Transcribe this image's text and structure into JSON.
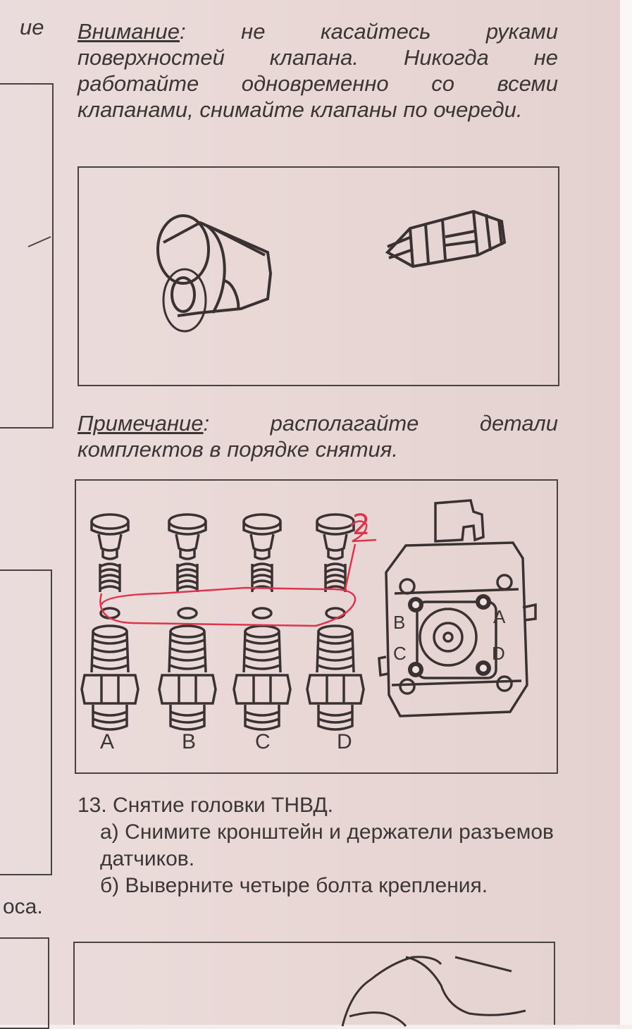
{
  "margin_fragments": {
    "top": "ие",
    "bottom": "оса."
  },
  "warning": {
    "label": "Внимание",
    "text": ": не касайтесь руками поверхностей клапана. Никогда не работайте одновременно со всеми клапанами, снимайте клапаны по очереди."
  },
  "note": {
    "label": "Примечание",
    "text": ": располагайте детали комплектов в порядке снятия."
  },
  "figure2": {
    "column_labels": [
      "A",
      "B",
      "C",
      "D"
    ],
    "pump_labels": {
      "a": "A",
      "b": "B",
      "c": "C",
      "d": "D"
    },
    "annotation": "2",
    "annotation_color": "#e0344c"
  },
  "step13": {
    "title": "13. Снятие головки ТНВД.",
    "item_a": "а) Снимите кронштейн и держатели разъемов датчиков.",
    "item_b": "б) Выверните четыре болта крепления."
  },
  "colors": {
    "paper": "#e9d8d6",
    "ink": "#3b3535"
  }
}
